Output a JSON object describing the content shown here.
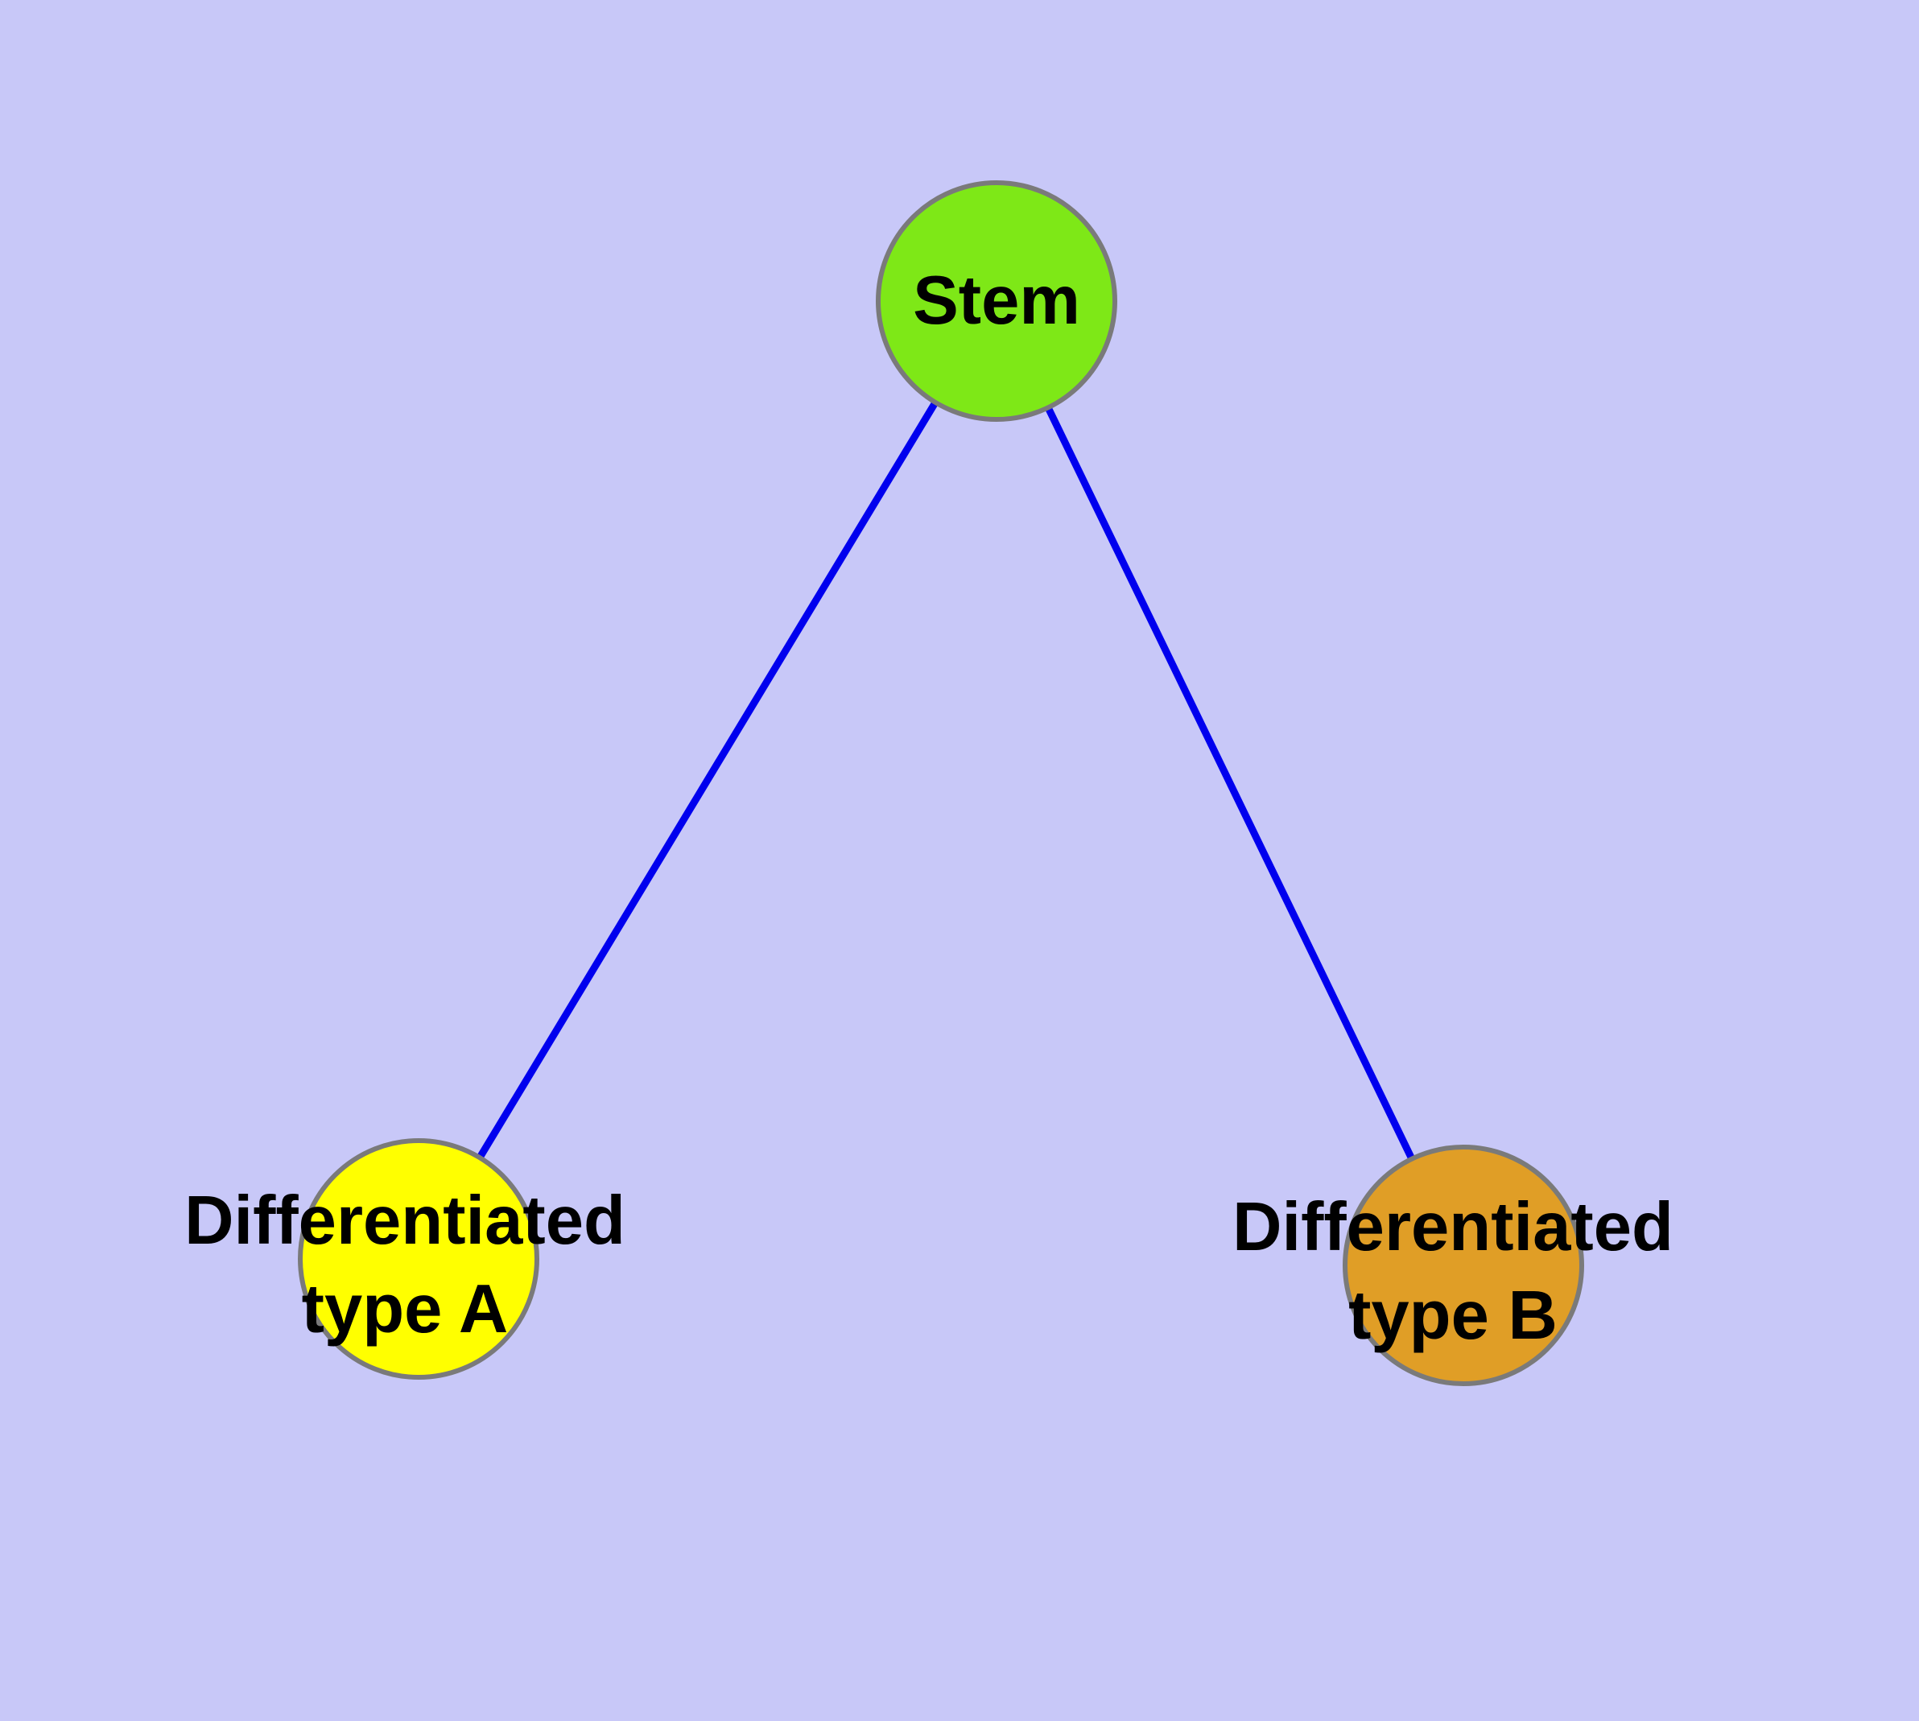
{
  "diagram": {
    "type": "node-link-graph",
    "description": "Stem cell differentiation diagram with one parent node linked to two differentiated child nodes"
  },
  "nodes": [
    {
      "id": "stem",
      "label": "Stem",
      "color": "#7ee817",
      "shape": "circle"
    },
    {
      "id": "type-a",
      "label": "Differentiated\ntype A",
      "color": "#ffff00",
      "shape": "circle"
    },
    {
      "id": "type-b",
      "label": "Differentiated\ntype B",
      "color": "#e09e26",
      "shape": "circle"
    }
  ],
  "edges": [
    {
      "from": "stem",
      "to": "type-a"
    },
    {
      "from": "stem",
      "to": "type-b"
    }
  ],
  "colors": {
    "background": "#c8c8f8",
    "edge": "#0000ee",
    "node_border": "#7a7a7a",
    "label_text": "#000000"
  }
}
